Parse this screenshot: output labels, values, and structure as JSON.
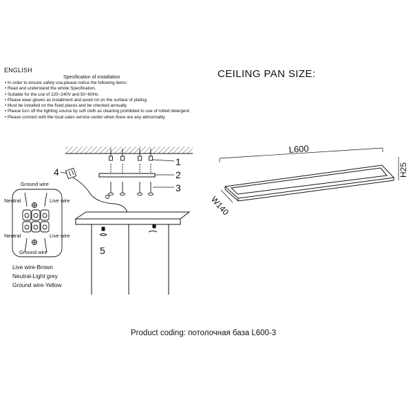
{
  "header": {
    "language": "ENGLISH"
  },
  "specification": {
    "title": "Specification of installation",
    "intro": "In order to ensure safety use,please notice the following items:",
    "items": [
      "Read and understand the whole Specification.",
      "Suitable for the use of 220~240V and 50~60Hz.",
      "Please wear gloves as installment and avoid rot on the surface of plating.",
      "Must be installed on the fixed places and be checked annually.",
      "Please turn off the lighting source by soft cloth as cleaning prohibited to use of rotted detergent.",
      "Please connect with the local sales service center when there are any abnormality."
    ]
  },
  "ceiling_pan": {
    "title": "CEILING PAN SIZE:",
    "length": "L600",
    "width": "W140",
    "height": "H25"
  },
  "callouts": [
    "1",
    "2",
    "3",
    "4",
    "5"
  ],
  "wiring": {
    "ground_wire_top": "Ground wire",
    "neutral_top": "Neutral",
    "live_top": "Live wire",
    "neutral_bottom": "Neutral",
    "live_bottom": "Live wire",
    "ground_wire_bottom": "Ground wire"
  },
  "wire_legend": [
    "Live wire-Brown",
    "Neutral-Light grey",
    "Ground wire-Yellow"
  ],
  "product_coding": "Product coding: потолочная база L600-3",
  "colors": {
    "line": "#111111",
    "hatch": "#555555",
    "background": "#ffffff"
  }
}
